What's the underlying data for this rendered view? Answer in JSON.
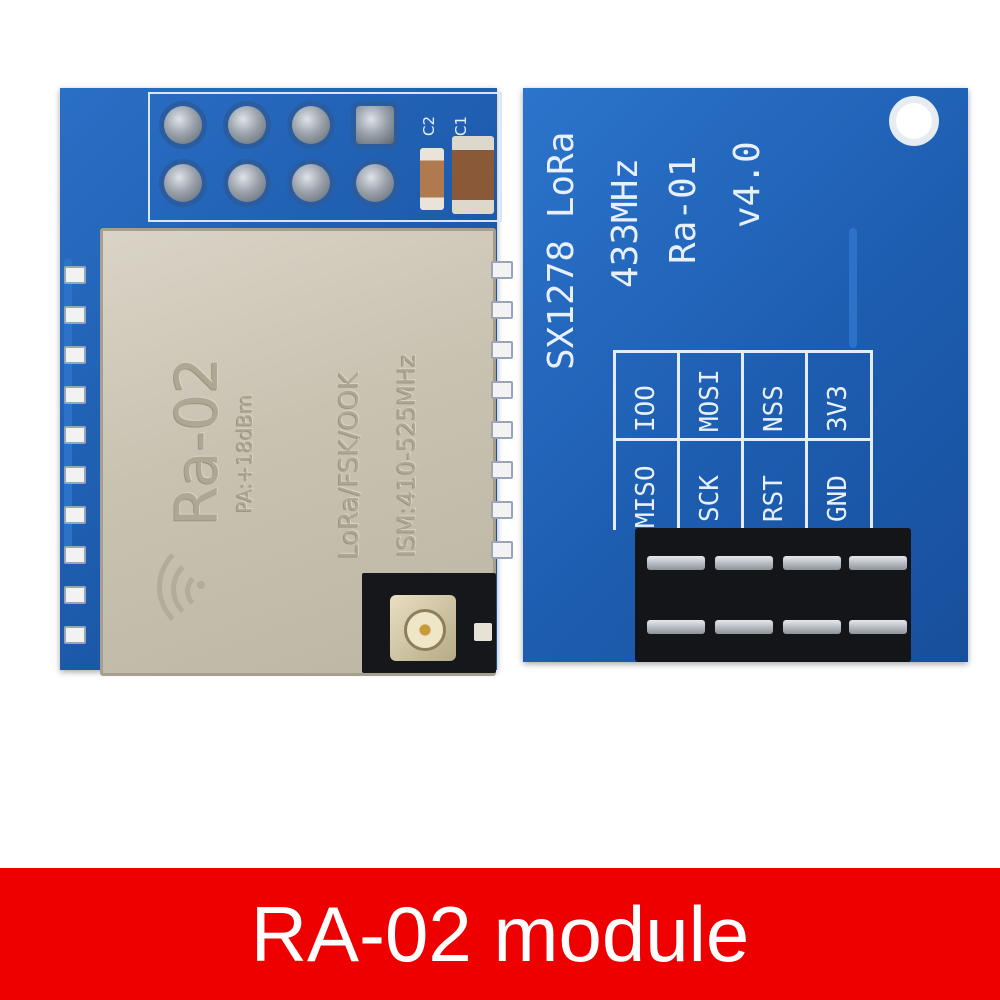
{
  "banner": {
    "caption": "RA-02 module",
    "background_color": "#ee0000",
    "text_color": "#ffffff"
  },
  "left_board": {
    "silkscreen": {
      "c1": "C1",
      "c2": "C2"
    },
    "shield": {
      "model": "Ra-02",
      "power": "PA:+18dBm",
      "modulation": "LoRa/FSK/OOK",
      "band": "ISM:410-525MHz"
    },
    "icons": [
      "wireless-signal-icon",
      "antenna-connector-icon"
    ]
  },
  "right_board": {
    "lines": [
      "SX1278 LoRa",
      "433MHz",
      "Ra-01",
      "v4.0"
    ],
    "pin_labels": {
      "top_row": [
        "IOO",
        "MOSI",
        "NSS",
        "3V3"
      ],
      "bottom_row": [
        "MISO",
        "SCK",
        "RST",
        "GND"
      ]
    }
  },
  "colors": {
    "pcb_blue": "#1d5fb0",
    "shield_silver": "#c8c2b1",
    "header_black": "#141519"
  }
}
